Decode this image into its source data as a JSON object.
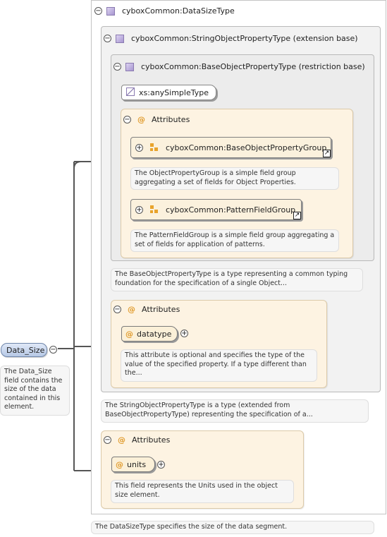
{
  "element": {
    "name": "Data_Size",
    "description": "The Data_Size field contains the size of the data contained in this element."
  },
  "type": {
    "name": "cyboxCommon:DataSizeType",
    "description": "The DataSizeType specifies the size of the data segment.",
    "extension": {
      "name": "cyboxCommon:StringObjectPropertyType (extension base)",
      "description": "The StringObjectPropertyType is a type (extended from BaseObjectPropertyType) representing the specification of a...",
      "restriction": {
        "name": "cyboxCommon:BaseObjectPropertyType (restriction base)",
        "description": "The BaseObjectPropertyType is a type representing a common typing foundation for the specification of a single Object...",
        "simple_type": "xs:anySimpleType",
        "attributes_label": "Attributes",
        "groups": [
          {
            "name": "cyboxCommon:BaseObjectPropertyGroup",
            "description": "The ObjectPropertyGroup is a simple field group aggregating a set of fields for Object Properties."
          },
          {
            "name": "cyboxCommon:PatternFieldGroup",
            "description": "The PatternFieldGroup is a simple field group aggregating a set of fields for application of patterns."
          }
        ]
      },
      "attributes_label": "Attributes",
      "attribute": {
        "name": "datatype",
        "description": "This attribute is optional and specifies the type of the value of the specified property. If a type different than the..."
      }
    },
    "attributes_label": "Attributes",
    "attribute": {
      "name": "units",
      "description": "This field represents the Units used in the object size element."
    }
  },
  "symbols": {
    "at": "@",
    "link": "↗"
  },
  "icons": {
    "type": "complex-type-icon",
    "simple_type": "simple-type-icon",
    "group": "attribute-group-icon",
    "attribute": "attribute-icon",
    "expand": "expand-icon",
    "collapse": "collapse-icon",
    "link": "external-link-icon"
  },
  "colors": {
    "element_fill": "#c9d8f0",
    "attribute_panel": "#fdf3e2",
    "attribute_symbol": "#e09a2a",
    "type_icon": "#b9a9e0",
    "connector": "#555555"
  }
}
